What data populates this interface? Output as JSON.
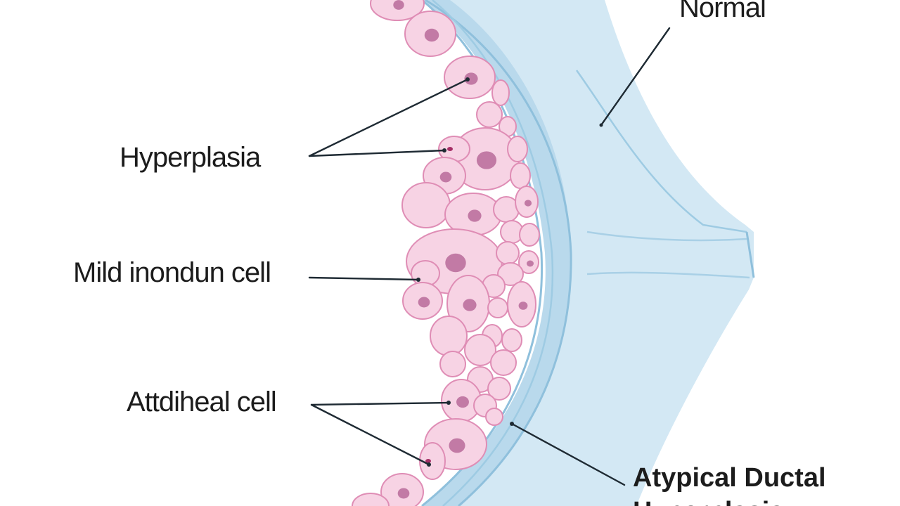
{
  "labels": {
    "normal": "Normal",
    "hyperplasia": "Hyperplasia",
    "mild_cell": "Mild inondun cell",
    "atypical_cell": "Attdiheal cell",
    "title_line1": "Atypical Ductal",
    "title_line2": "Hyperplasia"
  },
  "colors": {
    "duct_fill": "#cfe6f3",
    "duct_wall": "#8fc0dc",
    "cell_fill": "#f7d3e4",
    "cell_border": "#df8db5",
    "nucleus": "#c27aa5",
    "leader_line": "#1e2a33",
    "text": "#1c1c1c"
  }
}
